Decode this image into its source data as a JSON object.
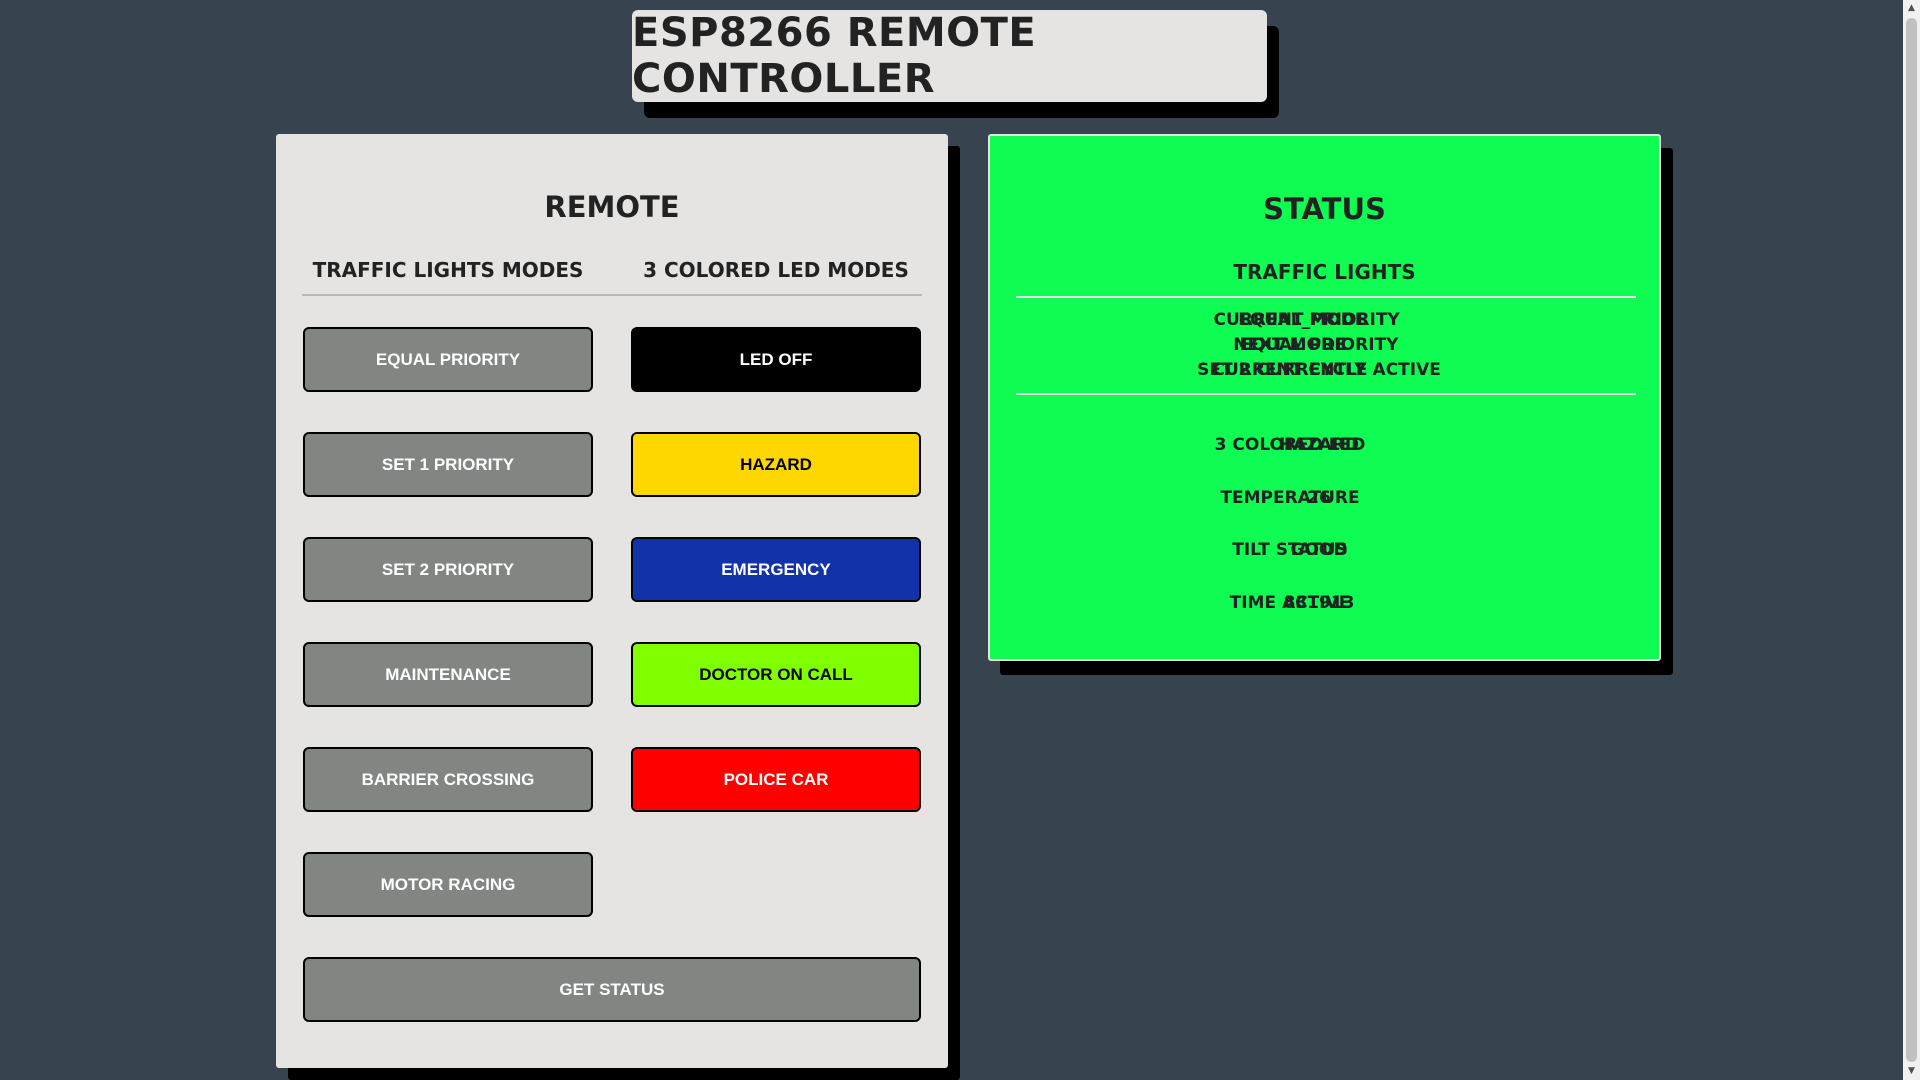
{
  "header": {
    "title": "ESP8266 REMOTE CONTROLLER"
  },
  "remote": {
    "title": "REMOTE",
    "traffic_heading": "TRAFFIC LIGHTS MODES",
    "led_heading": "3 COLORED LED MODES",
    "traffic_buttons": [
      "EQUAL PRIORITY",
      "SET 1 PRIORITY",
      "SET 2 PRIORITY",
      "MAINTENANCE",
      "BARRIER CROSSING",
      "MOTOR RACING"
    ],
    "led_buttons": [
      {
        "label": "LED OFF",
        "bg": "#000000",
        "fg": "#ffffff"
      },
      {
        "label": "HAZARD",
        "bg": "#ffd700",
        "fg": "#000000"
      },
      {
        "label": "EMERGENCY",
        "bg": "#1132a8",
        "fg": "#ffffff"
      },
      {
        "label": "DOCTOR ON CALL",
        "bg": "#7fff00",
        "fg": "#000000"
      },
      {
        "label": "POLICE CAR",
        "bg": "#ff0000",
        "fg": "#ffffff"
      }
    ],
    "get_status_label": "GET STATUS"
  },
  "status": {
    "title": "STATUS",
    "traffic_heading": "TRAFFIC LIGHTS",
    "traffic_rows": [
      {
        "label": "CURRENT MODE",
        "value": "EQUAL_PRIORITY"
      },
      {
        "label": "NEXT MODE",
        "value": "EQUAL PRIORITY"
      },
      {
        "label": "CURRENT CYCLE",
        "value": "SET 2 CURRENTLY ACTIVE"
      }
    ],
    "other_rows": [
      {
        "label": "3 COLORED LED",
        "value": "HAZARD"
      },
      {
        "label": "TEMPERATURE",
        "value": "26"
      },
      {
        "label": "TILT STATUS",
        "value": "GOOD"
      },
      {
        "label": "TIME ACTIVE",
        "value": "831913"
      }
    ]
  },
  "colors": {
    "background": "#37444f",
    "panel": "#e5e4e3",
    "status_green": "#0ffd53",
    "button_gray": "#818683"
  }
}
